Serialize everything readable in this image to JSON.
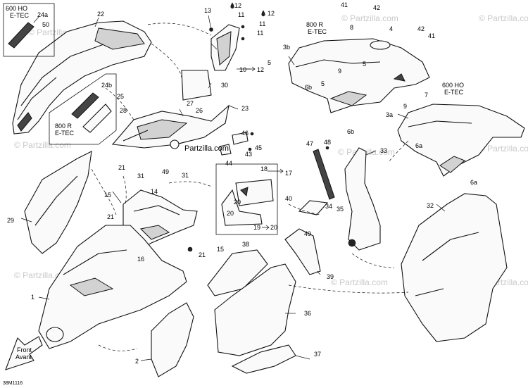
{
  "watermark": "© Partzilla.com",
  "center_watermark": "Partzilla.com",
  "drawing_code": "38M1116",
  "front_arrow": {
    "line1": "Front",
    "line2": "Avant"
  },
  "box_labels": {
    "ho_top": {
      "line1": "600 HO",
      "line2": "E-TEC"
    },
    "r_mid": {
      "line1": "800 R",
      "line2": "E-TEC"
    },
    "r_tank": {
      "line1": "800 R",
      "line2": "E-TEC"
    },
    "ho_tank": {
      "line1": "600 HO",
      "line2": "E-TEC"
    }
  },
  "callouts": [
    {
      "id": "c24a",
      "label": "24a"
    },
    {
      "id": "c50",
      "label": "50"
    },
    {
      "id": "c22",
      "label": "22"
    },
    {
      "id": "c13",
      "label": "13"
    },
    {
      "id": "c12a",
      "label": "12"
    },
    {
      "id": "c11a",
      "label": "11"
    },
    {
      "id": "c12b",
      "label": "12"
    },
    {
      "id": "c11b",
      "label": "11"
    },
    {
      "id": "c11c",
      "label": "11"
    },
    {
      "id": "c5a",
      "label": "5"
    },
    {
      "id": "c10",
      "label": "10"
    },
    {
      "id": "c12c",
      "label": "12"
    },
    {
      "id": "c41a",
      "label": "41"
    },
    {
      "id": "c42a",
      "label": "42"
    },
    {
      "id": "c8",
      "label": "8"
    },
    {
      "id": "c4",
      "label": "4"
    },
    {
      "id": "c42b",
      "label": "42"
    },
    {
      "id": "c41b",
      "label": "41"
    },
    {
      "id": "c3b",
      "label": "3b"
    },
    {
      "id": "c9a",
      "label": "9"
    },
    {
      "id": "c5b",
      "label": "5"
    },
    {
      "id": "c6b1",
      "label": "6b"
    },
    {
      "id": "c5c",
      "label": "5"
    },
    {
      "id": "c7",
      "label": "7"
    },
    {
      "id": "c9b",
      "label": "9"
    },
    {
      "id": "c6b2",
      "label": "6b"
    },
    {
      "id": "c3a",
      "label": "3a"
    },
    {
      "id": "c6a1",
      "label": "6a"
    },
    {
      "id": "c6a2",
      "label": "6a"
    },
    {
      "id": "c30",
      "label": "30"
    },
    {
      "id": "c24b",
      "label": "24b"
    },
    {
      "id": "c25",
      "label": "25"
    },
    {
      "id": "c28",
      "label": "28"
    },
    {
      "id": "c27",
      "label": "27"
    },
    {
      "id": "c26",
      "label": "26"
    },
    {
      "id": "c23",
      "label": "23"
    },
    {
      "id": "c46",
      "label": "46"
    },
    {
      "id": "c43",
      "label": "43"
    },
    {
      "id": "c45",
      "label": "45"
    },
    {
      "id": "c44",
      "label": "44"
    },
    {
      "id": "c31a",
      "label": "31"
    },
    {
      "id": "c49a",
      "label": "49"
    },
    {
      "id": "c31b",
      "label": "31"
    },
    {
      "id": "c18",
      "label": "18"
    },
    {
      "id": "c17",
      "label": "17"
    },
    {
      "id": "c20a",
      "label": "20"
    },
    {
      "id": "c47",
      "label": "47"
    },
    {
      "id": "c48",
      "label": "48"
    },
    {
      "id": "c33",
      "label": "33"
    },
    {
      "id": "c21a",
      "label": "21"
    },
    {
      "id": "c15a",
      "label": "15"
    },
    {
      "id": "c14",
      "label": "14"
    },
    {
      "id": "c29",
      "label": "29"
    },
    {
      "id": "c21b",
      "label": "21"
    },
    {
      "id": "c20b",
      "label": "20"
    },
    {
      "id": "c19",
      "label": "19"
    },
    {
      "id": "c20c",
      "label": "20"
    },
    {
      "id": "c40",
      "label": "40"
    },
    {
      "id": "c34",
      "label": "34"
    },
    {
      "id": "c35",
      "label": "35"
    },
    {
      "id": "c49b",
      "label": "49"
    },
    {
      "id": "c32",
      "label": "32"
    },
    {
      "id": "c38",
      "label": "38"
    },
    {
      "id": "c16",
      "label": "16"
    },
    {
      "id": "c21c",
      "label": "21"
    },
    {
      "id": "c15b",
      "label": "15"
    },
    {
      "id": "c39",
      "label": "39"
    },
    {
      "id": "c1",
      "label": "1"
    },
    {
      "id": "c36",
      "label": "36"
    },
    {
      "id": "c2",
      "label": "2"
    },
    {
      "id": "c37",
      "label": "37"
    }
  ]
}
